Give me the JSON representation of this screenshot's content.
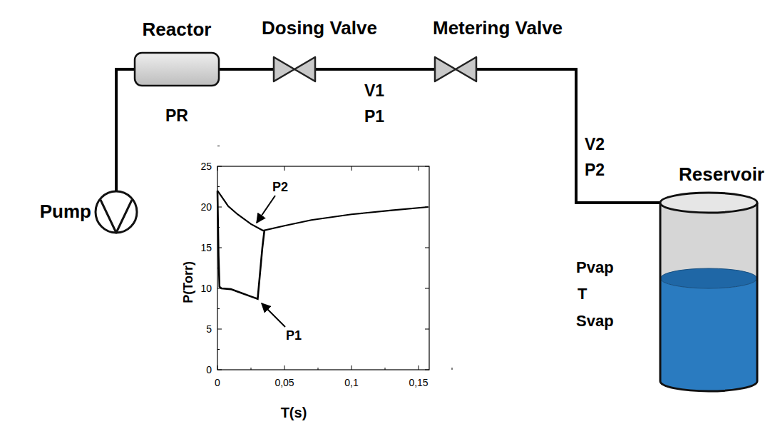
{
  "diagram": {
    "nodes": [
      {
        "text": [
          "Reactor"
        ]
      },
      {
        "text": [
          "Dosing Valve"
        ]
      },
      {
        "text": [
          "Metering Valve"
        ]
      },
      {
        "text": [
          "Pump"
        ]
      },
      {
        "text": [
          "Reservoir"
        ]
      }
    ],
    "edges": [
      {
        "from": 3,
        "to": 0,
        "arrow": "none"
      },
      {
        "from": 0,
        "to": 1,
        "arrow": "none"
      },
      {
        "from": 1,
        "to": 2,
        "arrow": "none"
      },
      {
        "from": 2,
        "to": 4,
        "arrow": "none"
      }
    ],
    "labels": [
      "PR",
      "V1",
      "P1",
      "V2",
      "P2",
      "Pvap",
      "T",
      "Svap",
      "P(Torr)",
      "T(s)",
      "25",
      "20",
      "15",
      "10",
      "5",
      "0",
      "0",
      "0,05",
      "0,1",
      "0,15",
      "P2",
      "P1"
    ]
  }
}
